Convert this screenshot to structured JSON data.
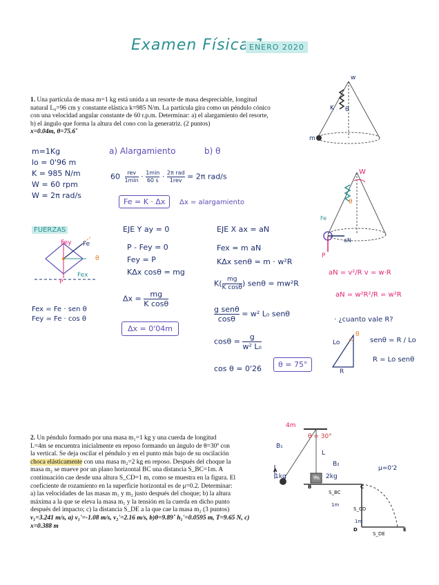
{
  "header": {
    "title": "Examen Física 1",
    "date": "ENERO 2020"
  },
  "problem1": {
    "number": "1.",
    "text_lines": [
      "Una partícula de masa m=1 kg está unida a un resorte de masa despreciable, longitud",
      "natural L₀=96 cm y constante elástica k=985 N/m. La partícula gira como un péndulo cónico",
      "con una velocidad angular constante de 60 r.p.m. Determinar: a) el alargamiento del resorte,",
      "b) el ángulo que forma la altura del cono con la generatriz. (2 puntos)"
    ],
    "answer": "x=0.04m, θ=75.6˚",
    "data_lines": [
      "m=1Kg",
      "lo = 0'96 m",
      "K = 985 N/m",
      "W = 60 rpm",
      "W = 2π rad/s"
    ],
    "part_a": "a) Alargamiento",
    "part_b": "b) θ",
    "conversion": [
      "60",
      "rev",
      "1min",
      "1min",
      "60 s",
      "2π rad",
      "1rev",
      "= 2π rad/s"
    ],
    "hooke": "Fe = K · Δx",
    "hooke_note": "Δx = alargamiento",
    "fuerzas_label": "FUERZAS",
    "diagram_labels": [
      "Fey",
      "Fe",
      "θ",
      "Fex",
      "P"
    ],
    "fuerzas_lines": [
      "Fex = Fe · sen θ",
      "Fey = Fe · cos θ"
    ],
    "ejey_title": "EJE Y  ay = 0",
    "ejey_lines": [
      "P - Fey = 0",
      "Fey = P",
      "KΔx cosθ = mg",
      "Δx =",
      "mg",
      "K cosθ"
    ],
    "result_dx": "Δx = 0'04m",
    "ejex_title": "EJE X  ax = aN",
    "ejex_lines": [
      "Fex = m aN",
      "KΔx senθ = m · w²R",
      "K(",
      "mg",
      "K cosθ",
      ") senθ = mw²R",
      "g senθ",
      "cosθ",
      "= w² L₀ senθ",
      "cosθ =",
      "g",
      "w² L₀",
      "cos θ = 0'26"
    ],
    "result_theta": "θ = 75°",
    "right_labels": [
      "w",
      "K",
      "θ",
      "m",
      "W",
      "θ",
      "Fe",
      "aN",
      "P"
    ],
    "an_formula": "aN = v²/R    v = w·R",
    "an_formula2": "aN = w²R²/R = w²R",
    "question": "· ¿cuanto vale R?",
    "triangle_labels": [
      "Lo",
      "θ",
      "R"
    ],
    "sen_formula": "senθ = R / Lo",
    "r_formula": "R = Lo senθ"
  },
  "problem2": {
    "number": "2.",
    "text_lines": [
      "Un péndulo formado por una masa m₁=1 kg y una cuerda de longitud",
      "L=4m se encuentra inicialmente en reposo formando un ángulo de θ=30º con",
      "la vertical. Se deja oscilar el péndulo y en el punto más bajo de su oscilación",
      "choca elásticamente con una masa m₂=2 kg en reposo. Después del choque la",
      "masa m₂ se mueve por un plano horizontal BC una distancia S_BC=1m. A",
      "continuación cae desde una altura S_CD=1 m, como se muestra en la figura. El",
      "coeficiente de rozamiento en la superficie horizontal es de μ=0.2. Determinar:",
      "a) las velocidades de las masas m₁ y m₂ justo después del choque; b) la altura",
      "máxima a la que se eleva la masa m₁ y la tensión en la cuerda en dicho punto",
      "después del impacto; c) la distancia S_DE a la que cae la masa m₂ (3 puntos)"
    ],
    "highlight": "choca elásticamente",
    "answer_lines": [
      "v₁=3.241 m/s, a) v₁'=-1.08 m/s, v₂'=2.16 m/s, b)θ=9.89˚ h₁'=0.0595 m, T=9.65 N, c)",
      "x=0.388 m"
    ],
    "figure_labels": [
      "4m",
      "θ = 30°",
      "B₁",
      "L",
      "B₂",
      "μ=0'2",
      "A",
      "1kg",
      "m₁",
      "m₂",
      "2kg",
      "B",
      "C",
      "S_BC",
      "1m",
      "S_CD",
      "1m",
      "D",
      "E",
      "S_DE"
    ]
  }
}
